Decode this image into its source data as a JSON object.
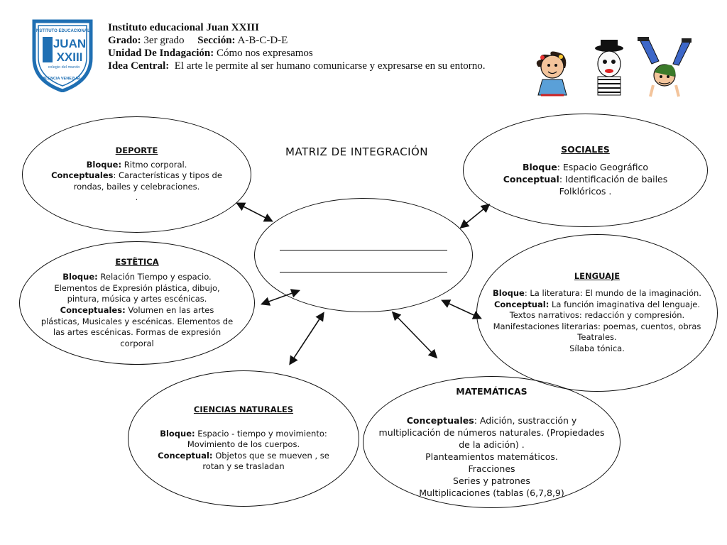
{
  "header": {
    "institute_line": "Instituto educacional Juan XXIII",
    "grade_label": "Grado:",
    "grade_value": "3er grado",
    "section_label": "Sección:",
    "section_value": "A-B-C-D-E",
    "unit_label": "Unidad De Indagación:",
    "unit_value": "Cómo nos expresamos",
    "idea_label": "Idea Central:",
    "idea_value": "El arte le permite al ser humano comunicarse y expresarse en su entorno."
  },
  "logo": {
    "top_text": "INSTITUTO EDUCACIONAL",
    "juan": "JUAN",
    "xxiii": "XXIII",
    "motto": "colegio del mundo",
    "location": "VALENCIA VENEZUELA",
    "brand_color": "#1f6fb3"
  },
  "diagram": {
    "title": "MATRIZ DE INTEGRACIÓN",
    "center": {
      "line1": "",
      "line2": ""
    },
    "nodes": {
      "deporte": {
        "title": "DEPORTE",
        "bloque_label": "Bloque:",
        "bloque_value": " Ritmo corporal.",
        "conceptuales_label": "Conceptuales",
        "conceptuales_value": ": Características y tipos de rondas, bailes y celebraciones.",
        "extra": "."
      },
      "sociales": {
        "title": "SOCIALES",
        "bloque_label": "Bloque",
        "bloque_value": ": Espacio Geográfico",
        "conceptual_label": "Conceptual",
        "conceptual_value": ": Identificación de bailes Folklóricos ."
      },
      "estetica": {
        "title": "ESTËTICA",
        "bloque_label": "Bloque:",
        "bloque_value": " Relación Tiempo  y espacio.",
        "line2": "Elementos de  Expresión plástica, dibujo, pintura, música y artes escénicas.",
        "conceptuales_label": "Conceptuales:",
        "conceptuales_value": " Volumen en las artes plásticas, Musicales y escénicas. Elementos de las artes escénicas. Formas de expresión corporal"
      },
      "lenguaje": {
        "title": "LENGUAJE",
        "bloque_label": "Bloque",
        "bloque_value": ": La literatura: El mundo de la imaginación.",
        "conceptual_label": "Conceptual:",
        "conceptual_value": " La función imaginativa del lenguaje.",
        "line3": "Textos narrativos: redacción y compresión.",
        "line4": "Manifestaciones literarias: poemas, cuentos, obras Teatrales.",
        "line5": "Sílaba tónica."
      },
      "ciencias": {
        "title": "CIENCIAS NATURALES",
        "bloque_label": "Bloque:",
        "bloque_value": "  Espacio  - tiempo y movimiento: Movimiento de los cuerpos.",
        "conceptual_label": "Conceptual:",
        "conceptual_value": "  Objetos que se mueven , se rotan y se trasladan"
      },
      "matematicas": {
        "title": "MATEMÁTICAS",
        "conceptuales_label": "Conceptuales",
        "conceptuales_value": ": Adición, sustracción y multiplicación de números naturales. (Propiedades de la adición) .",
        "line2": "Planteamientos matemáticos.",
        "line3": "Fracciones",
        "line4": "Series y patrones",
        "line5": "Multiplicaciones (tablas (6,7,8,9)"
      }
    }
  }
}
